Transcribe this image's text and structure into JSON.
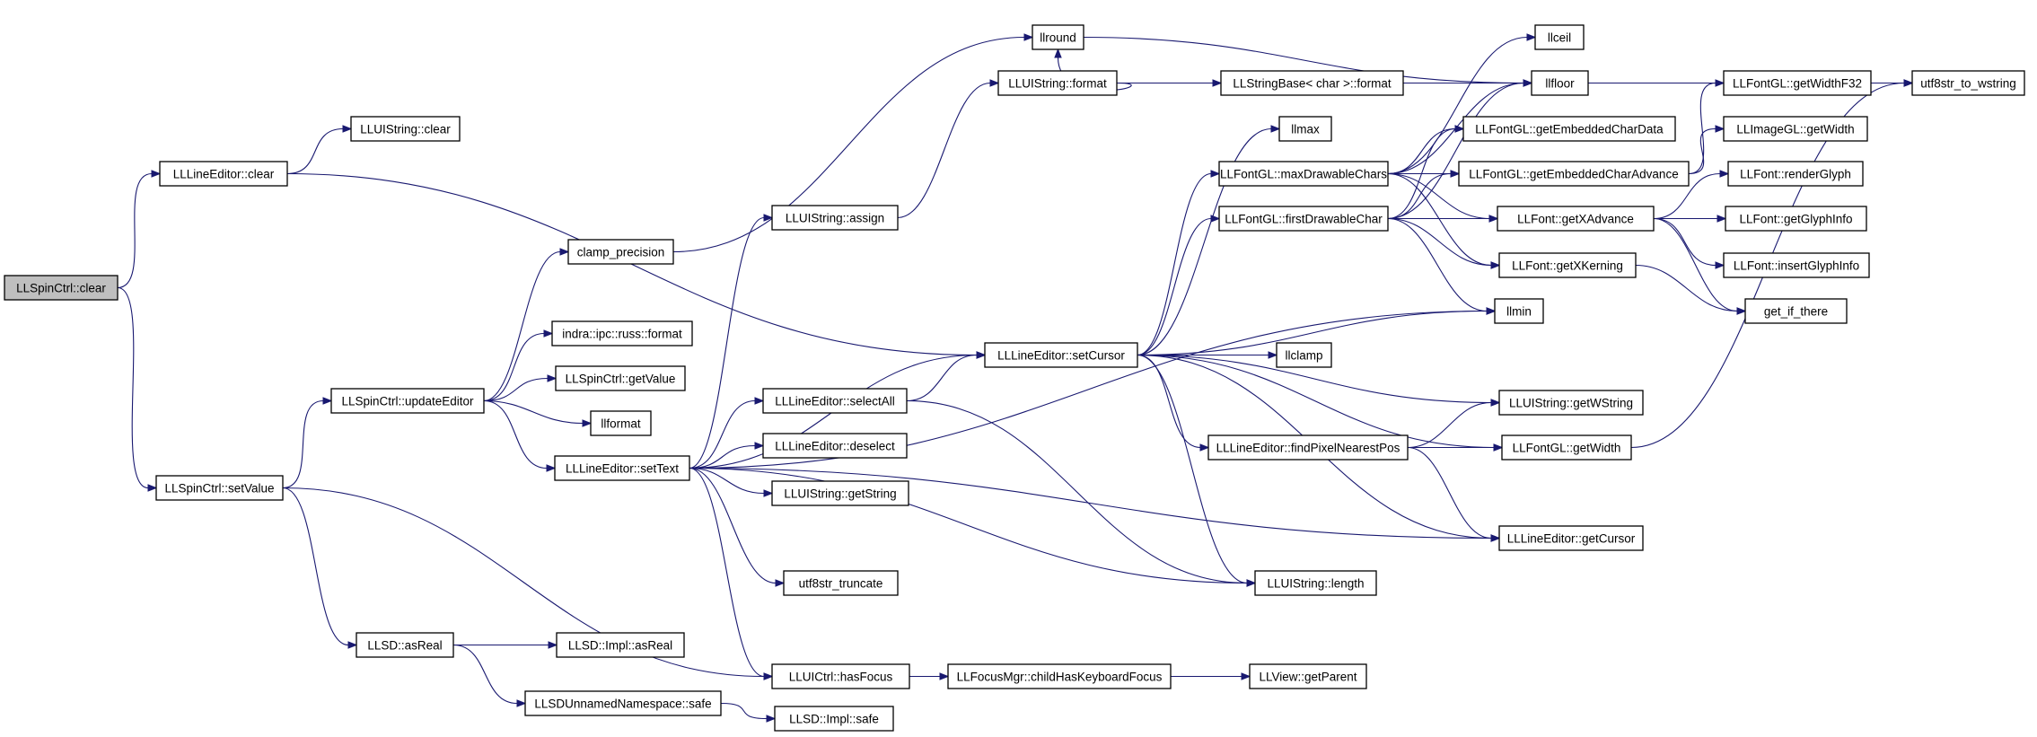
{
  "colors": {
    "edge": "#191970",
    "root_fill": "#bfbfbf",
    "node_fill": "#ffffff",
    "node_stroke": "#000000"
  },
  "nodes": [
    {
      "id": "n0",
      "label": "LLSpinCtrl::clear",
      "root": true
    },
    {
      "id": "n1",
      "label": "LLLineEditor::clear"
    },
    {
      "id": "n2",
      "label": "LLUIString::clear"
    },
    {
      "id": "n3",
      "label": "LLLineEditor::setCursor"
    },
    {
      "id": "n4",
      "label": "LLSpinCtrl::setValue"
    },
    {
      "id": "n5",
      "label": "LLSpinCtrl::updateEditor"
    },
    {
      "id": "n6",
      "label": "clamp_precision"
    },
    {
      "id": "n7",
      "label": "indra::ipc::russ::format"
    },
    {
      "id": "n8",
      "label": "LLSpinCtrl::getValue"
    },
    {
      "id": "n9",
      "label": "llformat"
    },
    {
      "id": "n10",
      "label": "LLLineEditor::setText"
    },
    {
      "id": "n11",
      "label": "LLSD::asReal"
    },
    {
      "id": "n12",
      "label": "LLSD::Impl::asReal"
    },
    {
      "id": "n13",
      "label": "LLSDUnnamedNamespace::safe"
    },
    {
      "id": "n14",
      "label": "LLSD::Impl::safe"
    },
    {
      "id": "n15",
      "label": "LLUICtrl::hasFocus"
    },
    {
      "id": "n16",
      "label": "LLFocusMgr::childHasKeyboardFocus"
    },
    {
      "id": "n17",
      "label": "LLView::getParent"
    },
    {
      "id": "n18",
      "label": "LLUIString::assign"
    },
    {
      "id": "n19",
      "label": "LLUIString::format"
    },
    {
      "id": "n20",
      "label": "llround"
    },
    {
      "id": "n21",
      "label": "LLStringBase< char >::format"
    },
    {
      "id": "n22",
      "label": "LLLineEditor::selectAll"
    },
    {
      "id": "n23",
      "label": "LLLineEditor::deselect"
    },
    {
      "id": "n24",
      "label": "LLUIString::getString"
    },
    {
      "id": "n25",
      "label": "utf8str_truncate"
    },
    {
      "id": "n26",
      "label": "LLUIString::length"
    },
    {
      "id": "n27",
      "label": "LLLineEditor::getCursor"
    },
    {
      "id": "n28",
      "label": "llmin"
    },
    {
      "id": "n29",
      "label": "llmax"
    },
    {
      "id": "n30",
      "label": "LLFontGL::maxDrawableChars"
    },
    {
      "id": "n31",
      "label": "LLFontGL::firstDrawableChar"
    },
    {
      "id": "n32",
      "label": "llclamp"
    },
    {
      "id": "n33",
      "label": "LLLineEditor::findPixelNearestPos"
    },
    {
      "id": "n34",
      "label": "LLUIString::getWString"
    },
    {
      "id": "n35",
      "label": "LLFontGL::getWidth"
    },
    {
      "id": "n36",
      "label": "llceil"
    },
    {
      "id": "n37",
      "label": "llfloor"
    },
    {
      "id": "n38",
      "label": "LLFontGL::getEmbeddedCharData"
    },
    {
      "id": "n39",
      "label": "LLFontGL::getEmbeddedCharAdvance"
    },
    {
      "id": "n40",
      "label": "LLFont::getXAdvance"
    },
    {
      "id": "n41",
      "label": "LLFont::getXKerning"
    },
    {
      "id": "n42",
      "label": "LLFontGL::getWidthF32"
    },
    {
      "id": "n43",
      "label": "LLImageGL::getWidth"
    },
    {
      "id": "n44",
      "label": "LLFont::renderGlyph"
    },
    {
      "id": "n45",
      "label": "LLFont::getGlyphInfo"
    },
    {
      "id": "n46",
      "label": "LLFont::insertGlyphInfo"
    },
    {
      "id": "n47",
      "label": "get_if_there"
    },
    {
      "id": "n48",
      "label": "utf8str_to_wstring"
    }
  ],
  "edges": [
    [
      "n0",
      "n1"
    ],
    [
      "n0",
      "n4"
    ],
    [
      "n1",
      "n2"
    ],
    [
      "n1",
      "n3"
    ],
    [
      "n4",
      "n5"
    ],
    [
      "n4",
      "n11"
    ],
    [
      "n4",
      "n15"
    ],
    [
      "n5",
      "n6"
    ],
    [
      "n5",
      "n7"
    ],
    [
      "n5",
      "n8"
    ],
    [
      "n5",
      "n9"
    ],
    [
      "n5",
      "n10"
    ],
    [
      "n6",
      "n20"
    ],
    [
      "n10",
      "n18"
    ],
    [
      "n10",
      "n3"
    ],
    [
      "n10",
      "n22"
    ],
    [
      "n10",
      "n23"
    ],
    [
      "n10",
      "n24"
    ],
    [
      "n10",
      "n25"
    ],
    [
      "n10",
      "n26"
    ],
    [
      "n10",
      "n15"
    ],
    [
      "n10",
      "n28"
    ],
    [
      "n10",
      "n27"
    ],
    [
      "n11",
      "n12"
    ],
    [
      "n11",
      "n13"
    ],
    [
      "n13",
      "n14"
    ],
    [
      "n15",
      "n16"
    ],
    [
      "n16",
      "n17"
    ],
    [
      "n18",
      "n19"
    ],
    [
      "n19",
      "n20"
    ],
    [
      "n19",
      "n21"
    ],
    [
      "n19",
      "n48"
    ],
    [
      "n22",
      "n3"
    ],
    [
      "n22",
      "n26"
    ],
    [
      "n3",
      "n29"
    ],
    [
      "n3",
      "n30"
    ],
    [
      "n3",
      "n31"
    ],
    [
      "n3",
      "n28"
    ],
    [
      "n3",
      "n32"
    ],
    [
      "n3",
      "n34"
    ],
    [
      "n3",
      "n33"
    ],
    [
      "n3",
      "n35"
    ],
    [
      "n3",
      "n27"
    ],
    [
      "n3",
      "n26"
    ],
    [
      "n20",
      "n37"
    ],
    [
      "n30",
      "n36"
    ],
    [
      "n30",
      "n37"
    ],
    [
      "n30",
      "n38"
    ],
    [
      "n30",
      "n39"
    ],
    [
      "n30",
      "n40"
    ],
    [
      "n30",
      "n41"
    ],
    [
      "n31",
      "n37"
    ],
    [
      "n31",
      "n38"
    ],
    [
      "n31",
      "n39"
    ],
    [
      "n31",
      "n40"
    ],
    [
      "n31",
      "n41"
    ],
    [
      "n31",
      "n28"
    ],
    [
      "n33",
      "n34"
    ],
    [
      "n33",
      "n35"
    ],
    [
      "n33",
      "n27"
    ],
    [
      "n35",
      "n48"
    ],
    [
      "n39",
      "n42"
    ],
    [
      "n39",
      "n43"
    ],
    [
      "n40",
      "n44"
    ],
    [
      "n40",
      "n45"
    ],
    [
      "n40",
      "n46"
    ],
    [
      "n40",
      "n47"
    ],
    [
      "n41",
      "n47"
    ],
    [
      "n42",
      "n48"
    ]
  ]
}
